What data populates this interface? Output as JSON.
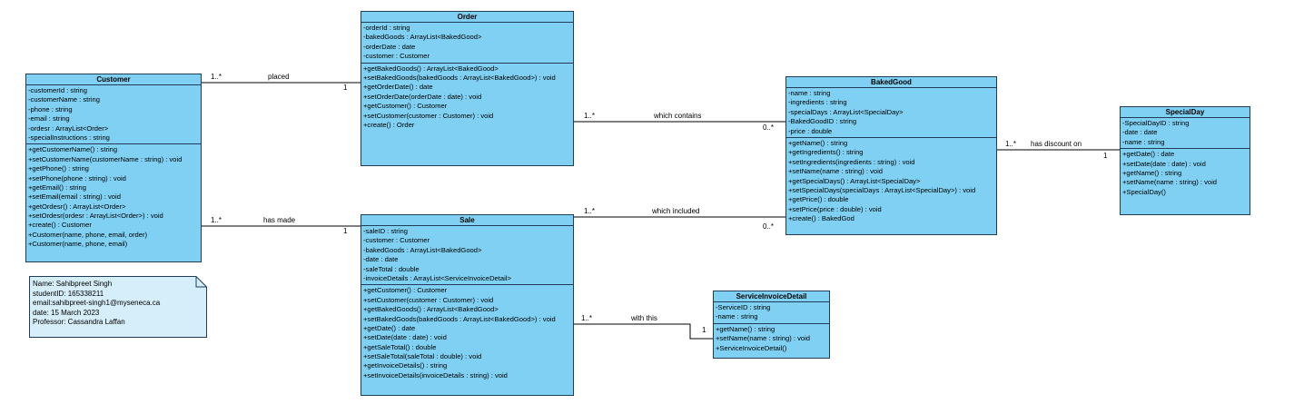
{
  "classes": {
    "customer": {
      "name": "Customer",
      "attributes": [
        "-customerId : string",
        "-customerName : string",
        "-phone : string",
        "-email : string",
        "-ordesr : ArrayList<Order>",
        "-specialInstructions : string"
      ],
      "operations": [
        "+getCustomerName() : string",
        "+setCustomerName(customerName : string) : void",
        "+getPhone() : string",
        "+setPhone(phone : string) : void",
        "+getEmail() : string",
        "+setEmail(email : string) : void",
        "+getOrdesr() : ArrayList<Order>",
        "+setOrdesr(ordesr : ArrayList<Order>) : void",
        "+create() : Customer",
        "+Customer(name, phone, email, order)",
        "+Customer(name, phone, email)"
      ]
    },
    "order": {
      "name": "Order",
      "attributes": [
        "-orderId : string",
        "-bakedGoods : ArrayList<BakedGood>",
        "-orderDate : date",
        "-customer : Customer"
      ],
      "operations": [
        "+getBakedGoods() : ArrayList<BakedGood>",
        "+setBakedGoods(bakedGoods : ArrayList<BakedGood>) : void",
        "+getOrderDate() : date",
        "+setOrderDate(orderDate : date) : void",
        "+getCustomer() : Customer",
        "+setCustomer(customer : Customer) : void",
        "+create() : Order"
      ]
    },
    "sale": {
      "name": "Sale",
      "attributes": [
        "-saleID : string",
        "-customer : Customer",
        "-bakedGoods : ArrayList<BakedGood>",
        "-date : date",
        "-saleTotal : double",
        "-invoiceDetails : ArrayList<ServiceInvoiceDetail>"
      ],
      "operations": [
        "+getCustomer() : Customer",
        "+setCustomer(customer : Customer) : void",
        "+getBakedGoods() : ArrayList<BakedGood>",
        "+setBakedGoods(bakedGoods : ArrayList<BakedGood>) : void",
        "+getDate() : date",
        "+setDate(date : date) : void",
        "+getSaleTotal() : double",
        "+setSaleTotal(saleTotal : double) : void",
        "+getInvoiceDetails() : string",
        "+setInvoiceDetails(invoiceDetails : string) : void"
      ]
    },
    "bakedGood": {
      "name": "BakedGood",
      "attributes": [
        "-name : string",
        "-ingredients : string",
        "-specialDays : ArrayList<SpecialDay>",
        "-BakedGoodID : string",
        "-price : double"
      ],
      "operations": [
        "+getName() : string",
        "+getIngredients() : string",
        "+setIngredients(ingredients : string) : void",
        "+setName(name : string) : void",
        "+getSpecialDays() : ArrayList<SpecialDay>",
        "+setSpecialDays(specialDays : ArrayList<SpecialDay>) : void",
        "+getPrice() : double",
        "+setPrice(price : double) : void",
        "+create() : BakedGod"
      ]
    },
    "specialDay": {
      "name": "SpecialDay",
      "attributes": [
        "-SpecialDayID : string",
        "-date : date",
        "-name : string"
      ],
      "operations": [
        "+getDate() : date",
        "+setDate(date : date) : void",
        "+getName() : string",
        "+setName(name : string) : void",
        "+SpecialDay()"
      ]
    },
    "serviceInvoiceDetail": {
      "name": "ServiceInvoiceDetail",
      "attributes": [
        "-ServiceID : string",
        "-name : string"
      ],
      "operations": [
        "+getName() : string",
        "+setName(name : string) : void",
        "+ServiceInvoiceDetail()"
      ]
    }
  },
  "associations": {
    "placed": {
      "label": "placed",
      "mult_start": "1..*",
      "mult_end": "1"
    },
    "has_made": {
      "label": "has made",
      "mult_start": "1..*",
      "mult_end": "1"
    },
    "which_contains": {
      "label": "which contains",
      "mult_start": "1..*",
      "mult_end": "0..*"
    },
    "which_included": {
      "label": "which included",
      "mult_start": "1..*",
      "mult_end": "0..*"
    },
    "has_discount_on": {
      "label": "has discount on",
      "mult_start": "1..*",
      "mult_end": "1"
    },
    "with_this": {
      "label": "with this",
      "mult_start": "1..*",
      "mult_end": "1"
    }
  },
  "note": {
    "lines": [
      "Name: Sahibpreet Singh",
      "studentID: 165338211",
      "email:sahibpreet-singh1@myseneca.ca",
      "date: 15 March 2023",
      "Professor: Cassandra Laffan"
    ]
  },
  "colors": {
    "class_fill": "#7fd0f2",
    "class_border": "#1f3d59",
    "note_fill": "#d6eefa"
  }
}
